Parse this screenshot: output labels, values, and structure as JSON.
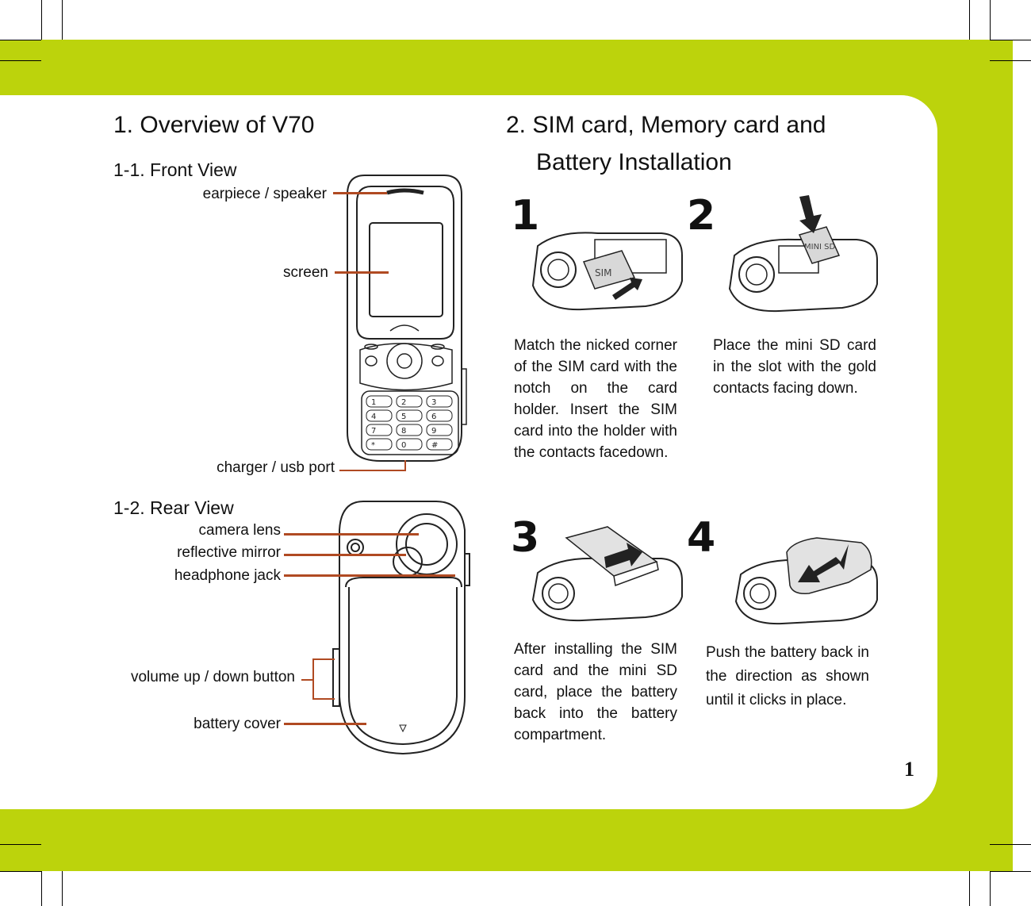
{
  "section1": {
    "title": "1. Overview of V70",
    "front_title": "1-1. Front View",
    "front_labels": {
      "earpiece": "earpiece / speaker",
      "screen": "screen",
      "charger": "charger / usb port"
    },
    "rear_title": "1-2. Rear View",
    "rear_labels": {
      "camera": "camera lens",
      "mirror": "reflective mirror",
      "headphone": "headphone jack",
      "volume": "volume up / down button",
      "battery": "battery cover"
    }
  },
  "section2": {
    "title_line1": "2. SIM card, Memory card and",
    "title_line2": "Battery Installation",
    "steps": [
      {
        "num": "1",
        "text": "Match the nicked corner of the SIM card with the notch on the card holder. Insert the SIM card into the holder with the contacts facedown.",
        "diagram_label": "SIM"
      },
      {
        "num": "2",
        "text": "Place the mini SD card in the slot with the gold contacts facing down.",
        "diagram_label": "MINI SD"
      },
      {
        "num": "3",
        "text": "After installing the SIM card and the mini SD card, place the battery back into the battery compartment."
      },
      {
        "num": "4",
        "text": "Push the battery back in the direction as shown until it clicks in place."
      }
    ]
  },
  "keypad": [
    "1",
    "2",
    "3",
    "4",
    "5",
    "6",
    "7",
    "8",
    "9",
    "*",
    "0",
    "#"
  ],
  "page_number": "1",
  "colors": {
    "accent_green": "#bcd30c",
    "leader_line": "#b04a22"
  }
}
